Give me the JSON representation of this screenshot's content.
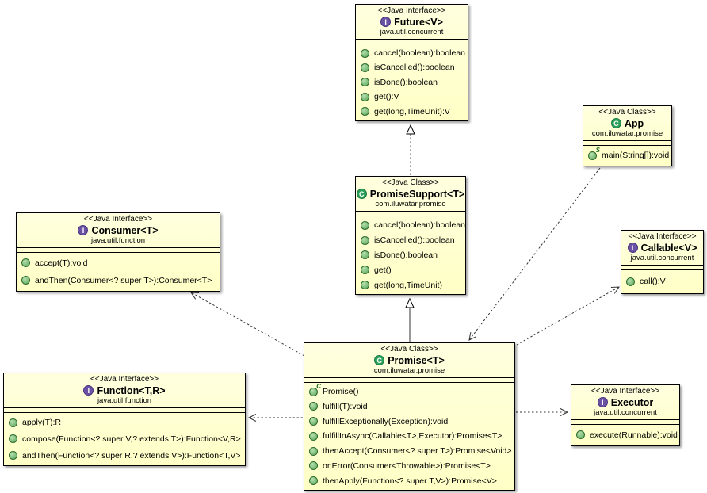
{
  "diagram": {
    "colors": {
      "box_fill": "#ffffcc",
      "box_border": "#000000",
      "interface_icon": "#6a51a3",
      "class_icon": "#2aa05a",
      "method_icon_green": "#56a556",
      "line": "#333333",
      "background": "#ffffff"
    },
    "classes": [
      {
        "id": "future",
        "stereotype": "<<Java Interface>>",
        "kind": "interface",
        "name": "Future<V>",
        "package": "java.util.concurrent",
        "methods": [
          {
            "label": "cancel(boolean):boolean"
          },
          {
            "label": "isCancelled():boolean"
          },
          {
            "label": "isDone():boolean"
          },
          {
            "label": "get():V"
          },
          {
            "label": "get(long,TimeUnit):V"
          }
        ]
      },
      {
        "id": "app",
        "stereotype": "<<Java Class>>",
        "kind": "class",
        "name": "App",
        "package": "com.iluwatar.promise",
        "methods": [
          {
            "label": "main(String[]):void",
            "modifier": "S",
            "underline": true
          }
        ]
      },
      {
        "id": "promise_support",
        "stereotype": "<<Java Class>>",
        "kind": "class",
        "name": "PromiseSupport<T>",
        "package": "com.iluwatar.promise",
        "methods": [
          {
            "label": "cancel(boolean):boolean"
          },
          {
            "label": "isCancelled():boolean"
          },
          {
            "label": "isDone():boolean"
          },
          {
            "label": "get()"
          },
          {
            "label": "get(long,TimeUnit)"
          }
        ]
      },
      {
        "id": "consumer",
        "stereotype": "<<Java Interface>>",
        "kind": "interface",
        "name": "Consumer<T>",
        "package": "java.util.function",
        "methods": [
          {
            "label": "accept(T):void"
          },
          {
            "label": "andThen(Consumer<? super T>):Consumer<T>"
          }
        ]
      },
      {
        "id": "callable",
        "stereotype": "<<Java Interface>>",
        "kind": "interface",
        "name": "Callable<V>",
        "package": "java.util.concurrent",
        "methods": [
          {
            "label": "call():V"
          }
        ]
      },
      {
        "id": "promise",
        "stereotype": "<<Java Class>>",
        "kind": "class",
        "name": "Promise<T>",
        "package": "com.iluwatar.promise",
        "methods": [
          {
            "label": "Promise()",
            "modifier": "C"
          },
          {
            "label": "fulfill(T):void"
          },
          {
            "label": "fulfillExceptionally(Exception):void"
          },
          {
            "label": "fulfillInAsync(Callable<T>,Executor):Promise<T>"
          },
          {
            "label": "thenAccept(Consumer<? super T>):Promise<Void>"
          },
          {
            "label": "onError(Consumer<Throwable>):Promise<T>"
          },
          {
            "label": "thenApply(Function<? super T,V>):Promise<V>"
          }
        ]
      },
      {
        "id": "function",
        "stereotype": "<<Java Interface>>",
        "kind": "interface",
        "name": "Function<T,R>",
        "package": "java.util.function",
        "methods": [
          {
            "label": "apply(T):R"
          },
          {
            "label": "compose(Function<? super V,? extends T>):Function<V,R>"
          },
          {
            "label": "andThen(Function<? super R,? extends V>):Function<T,V>"
          }
        ]
      },
      {
        "id": "executor",
        "stereotype": "<<Java Interface>>",
        "kind": "interface",
        "name": "Executor",
        "package": "java.util.concurrent",
        "methods": [
          {
            "label": "execute(Runnable):void"
          }
        ]
      }
    ],
    "relations": [
      {
        "from": "PromiseSupport<T>",
        "to": "Future<V>",
        "type": "realization"
      },
      {
        "from": "Promise<T>",
        "to": "PromiseSupport<T>",
        "type": "generalization"
      },
      {
        "from": "Promise<T>",
        "to": "Consumer<T>",
        "type": "dependency"
      },
      {
        "from": "App",
        "to": "Promise<T>",
        "type": "dependency"
      },
      {
        "from": "Promise<T>",
        "to": "Callable<V>",
        "type": "dependency"
      },
      {
        "from": "Promise<T>",
        "to": "Function<T,R>",
        "type": "dependency"
      },
      {
        "from": "Promise<T>",
        "to": "Executor",
        "type": "dependency"
      }
    ]
  }
}
